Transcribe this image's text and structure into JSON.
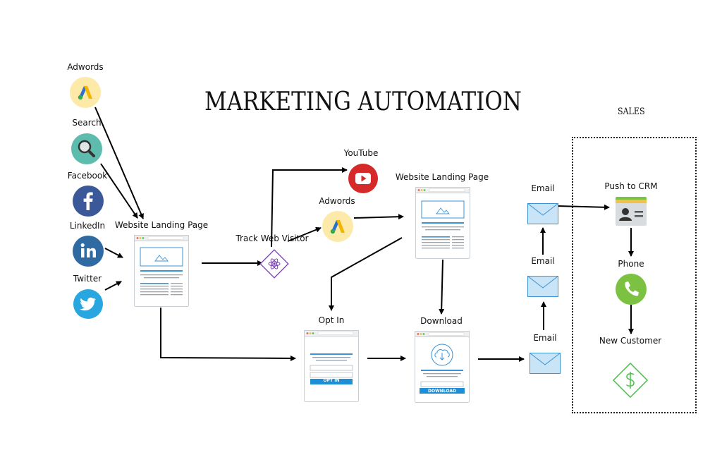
{
  "title": "MARKETING AUTOMATION",
  "sales_label": "SALES",
  "sources": {
    "adwords": "Adwords",
    "search": "Search",
    "facebook": "Facebook",
    "linkedin": "LinkedIn",
    "twitter": "Twitter"
  },
  "nodes": {
    "landing_page_1": "Website Landing Page",
    "track_web_visitor": "Track Web Visitor",
    "youtube": "YouTube",
    "adwords_2": "Adwords",
    "landing_page_2": "Website Landing Page",
    "opt_in": "Opt In",
    "download": "Download",
    "email_top": "Email",
    "email_mid": "Email",
    "email_bottom": "Email",
    "push_to_crm": "Push to CRM",
    "phone": "Phone",
    "new_customer": "New Customer"
  },
  "buttons": {
    "opt_in": "OPT IN",
    "download": "DOWNLOAD"
  },
  "icons": {
    "adwords": "adwords-icon",
    "search": "magnifier-icon",
    "facebook": "facebook-icon",
    "linkedin": "linkedin-icon",
    "twitter": "twitter-icon",
    "youtube": "youtube-icon",
    "track": "atom-icon",
    "email": "envelope-icon",
    "crm": "contact-card-icon",
    "phone": "phone-icon",
    "customer": "dollar-diamond-icon"
  },
  "colors": {
    "adwords_bg": "#fde9a8",
    "search_bg": "#5dbcae",
    "facebook_bg": "#3b5998",
    "linkedin_bg": "#2f6aa3",
    "twitter_bg": "#27a6df",
    "youtube": "#d62a2a",
    "accent_blue": "#1e8fd6",
    "phone_green": "#7cc142",
    "customer_green": "#4cbf4a",
    "track_purple": "#7b3fb5"
  }
}
